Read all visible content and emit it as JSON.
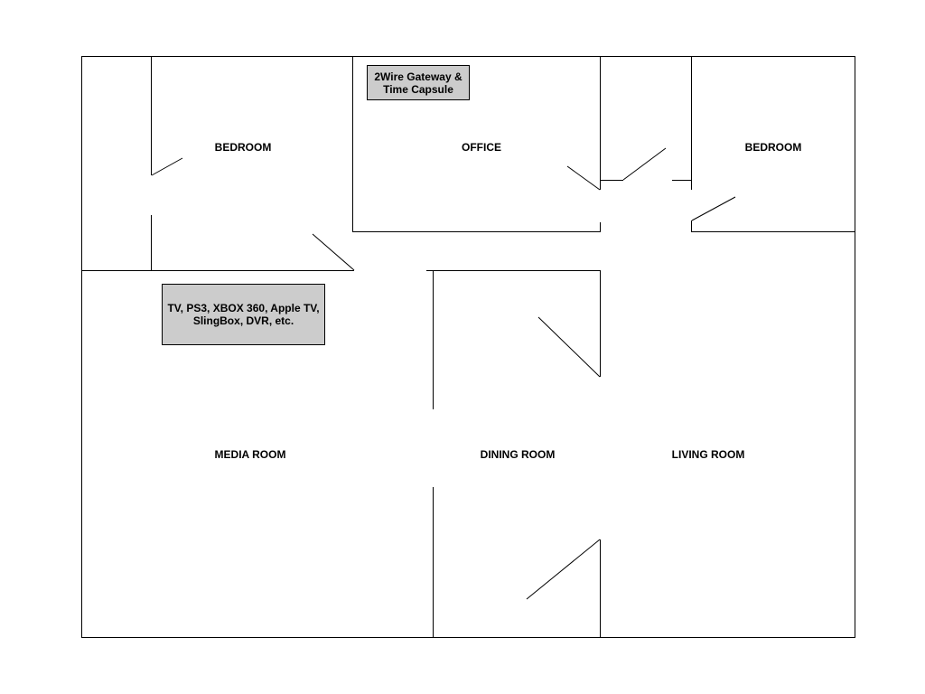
{
  "rooms": {
    "bedroom_left": "BEDROOM",
    "office": "OFFICE",
    "bedroom_right": "BEDROOM",
    "media_room": "MEDIA ROOM",
    "dining_room": "DINING ROOM",
    "living_room": "LIVING ROOM"
  },
  "devices": {
    "gateway": {
      "line1": "2Wire Gateway &",
      "line2": "Time Capsule"
    },
    "media": {
      "line1": "TV, PS3, XBOX 360, Apple TV,",
      "line2": "SlingBox, DVR, etc."
    }
  },
  "colors": {
    "wall": "#000000",
    "device_fill": "#cccccc",
    "background": "#ffffff"
  }
}
